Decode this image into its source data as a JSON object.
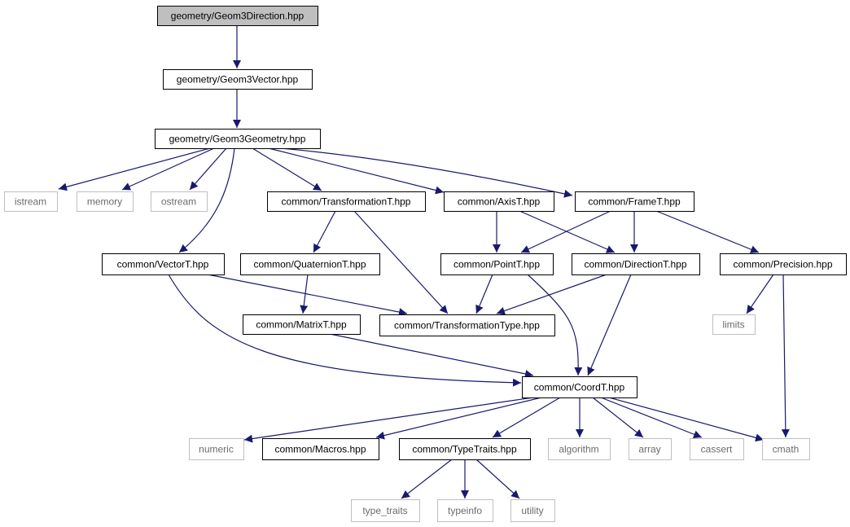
{
  "diagram": {
    "type": "include-dependency-graph",
    "edge_color": "#191970",
    "root_fill": "#bfbfbf",
    "system_border": "#bfbfbf",
    "nodes": [
      {
        "id": "n_root",
        "label": "geometry/Geom3Direction.hpp",
        "kind": "root"
      },
      {
        "id": "n_vec3",
        "label": "geometry/Geom3Vector.hpp",
        "kind": "local"
      },
      {
        "id": "n_geo3",
        "label": "geometry/Geom3Geometry.hpp",
        "kind": "local"
      },
      {
        "id": "n_istream",
        "label": "istream",
        "kind": "system"
      },
      {
        "id": "n_memory",
        "label": "memory",
        "kind": "system"
      },
      {
        "id": "n_ostream",
        "label": "ostream",
        "kind": "system"
      },
      {
        "id": "n_transT",
        "label": "common/TransformationT.hpp",
        "kind": "local"
      },
      {
        "id": "n_axisT",
        "label": "common/AxisT.hpp",
        "kind": "local"
      },
      {
        "id": "n_frameT",
        "label": "common/FrameT.hpp",
        "kind": "local"
      },
      {
        "id": "n_vectorT",
        "label": "common/VectorT.hpp",
        "kind": "local"
      },
      {
        "id": "n_quatT",
        "label": "common/QuaternionT.hpp",
        "kind": "local"
      },
      {
        "id": "n_pointT",
        "label": "common/PointT.hpp",
        "kind": "local"
      },
      {
        "id": "n_dirT",
        "label": "common/DirectionT.hpp",
        "kind": "local"
      },
      {
        "id": "n_prec",
        "label": "common/Precision.hpp",
        "kind": "local"
      },
      {
        "id": "n_limits",
        "label": "limits",
        "kind": "system"
      },
      {
        "id": "n_matT",
        "label": "common/MatrixT.hpp",
        "kind": "local"
      },
      {
        "id": "n_transType",
        "label": "common/TransformationType.hpp",
        "kind": "local"
      },
      {
        "id": "n_coordT",
        "label": "common/CoordT.hpp",
        "kind": "local"
      },
      {
        "id": "n_numeric",
        "label": "numeric",
        "kind": "system"
      },
      {
        "id": "n_macros",
        "label": "common/Macros.hpp",
        "kind": "local"
      },
      {
        "id": "n_typeTraits",
        "label": "common/TypeTraits.hpp",
        "kind": "local"
      },
      {
        "id": "n_algorithm",
        "label": "algorithm",
        "kind": "system"
      },
      {
        "id": "n_array",
        "label": "array",
        "kind": "system"
      },
      {
        "id": "n_cassert",
        "label": "cassert",
        "kind": "system"
      },
      {
        "id": "n_cmath",
        "label": "cmath",
        "kind": "system"
      },
      {
        "id": "n_type_traits",
        "label": "type_traits",
        "kind": "system"
      },
      {
        "id": "n_typeinfo",
        "label": "typeinfo",
        "kind": "system"
      },
      {
        "id": "n_utility",
        "label": "utility",
        "kind": "system"
      }
    ],
    "edges": [
      {
        "from": "n_root",
        "to": "n_vec3"
      },
      {
        "from": "n_vec3",
        "to": "n_geo3"
      },
      {
        "from": "n_geo3",
        "to": "n_istream"
      },
      {
        "from": "n_geo3",
        "to": "n_memory"
      },
      {
        "from": "n_geo3",
        "to": "n_ostream"
      },
      {
        "from": "n_geo3",
        "to": "n_vectorT"
      },
      {
        "from": "n_geo3",
        "to": "n_transT"
      },
      {
        "from": "n_geo3",
        "to": "n_axisT"
      },
      {
        "from": "n_geo3",
        "to": "n_frameT"
      },
      {
        "from": "n_transT",
        "to": "n_quatT"
      },
      {
        "from": "n_transT",
        "to": "n_transType"
      },
      {
        "from": "n_axisT",
        "to": "n_pointT"
      },
      {
        "from": "n_axisT",
        "to": "n_dirT"
      },
      {
        "from": "n_frameT",
        "to": "n_pointT"
      },
      {
        "from": "n_frameT",
        "to": "n_dirT"
      },
      {
        "from": "n_frameT",
        "to": "n_prec"
      },
      {
        "from": "n_vectorT",
        "to": "n_transType"
      },
      {
        "from": "n_vectorT",
        "to": "n_coordT"
      },
      {
        "from": "n_quatT",
        "to": "n_matT"
      },
      {
        "from": "n_pointT",
        "to": "n_transType"
      },
      {
        "from": "n_pointT",
        "to": "n_coordT"
      },
      {
        "from": "n_dirT",
        "to": "n_transType"
      },
      {
        "from": "n_dirT",
        "to": "n_coordT"
      },
      {
        "from": "n_prec",
        "to": "n_limits"
      },
      {
        "from": "n_prec",
        "to": "n_cmath"
      },
      {
        "from": "n_matT",
        "to": "n_coordT"
      },
      {
        "from": "n_coordT",
        "to": "n_numeric"
      },
      {
        "from": "n_coordT",
        "to": "n_macros"
      },
      {
        "from": "n_coordT",
        "to": "n_typeTraits"
      },
      {
        "from": "n_coordT",
        "to": "n_algorithm"
      },
      {
        "from": "n_coordT",
        "to": "n_array"
      },
      {
        "from": "n_coordT",
        "to": "n_cassert"
      },
      {
        "from": "n_coordT",
        "to": "n_cmath"
      },
      {
        "from": "n_typeTraits",
        "to": "n_type_traits"
      },
      {
        "from": "n_typeTraits",
        "to": "n_typeinfo"
      },
      {
        "from": "n_typeTraits",
        "to": "n_utility"
      }
    ]
  }
}
